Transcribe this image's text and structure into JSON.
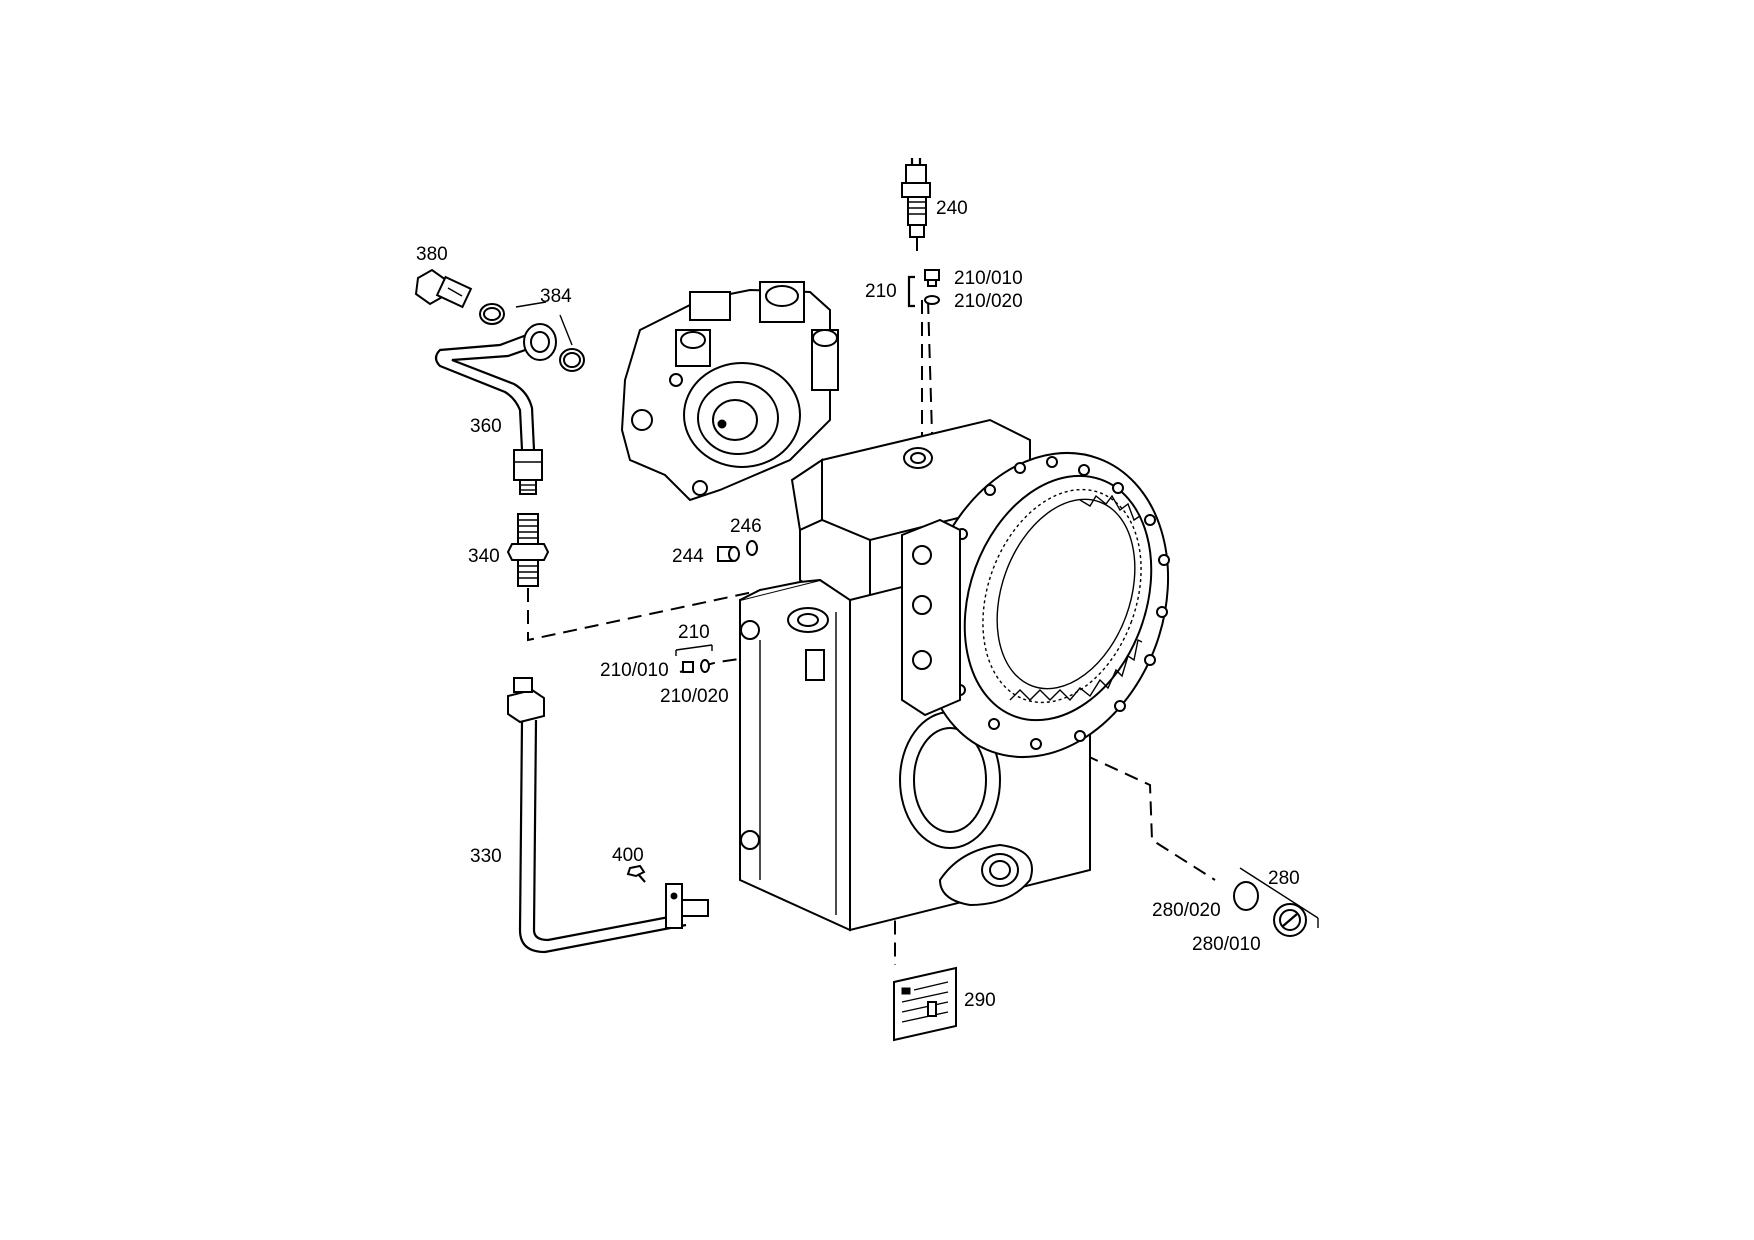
{
  "labels": {
    "p240": "240",
    "p210_top": "210",
    "p210_010_top": "210/010",
    "p210_020_top": "210/020",
    "p380": "380",
    "p384": "384",
    "p360": "360",
    "p246": "246",
    "p244": "244",
    "p340": "340",
    "p210_mid": "210",
    "p210_010_mid": "210/010",
    "p210_020_mid": "210/020",
    "p400": "400",
    "p330": "330",
    "p280": "280",
    "p280_020": "280/020",
    "p280_010": "280/010",
    "p290": "290"
  }
}
